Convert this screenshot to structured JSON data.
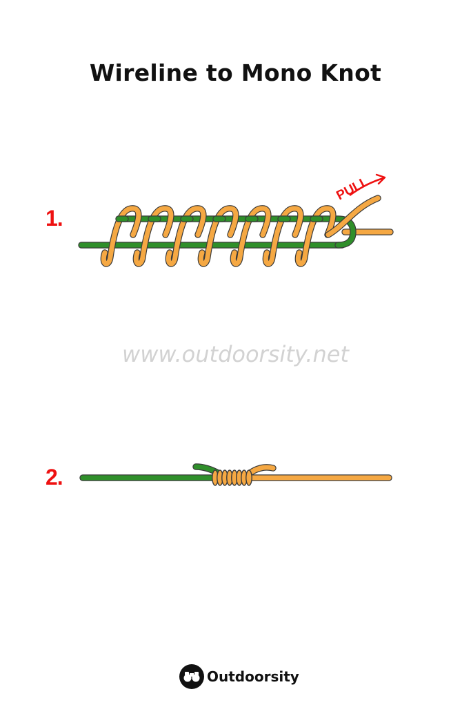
{
  "title": "Wireline to Mono Knot",
  "steps": [
    {
      "number": "1.",
      "annotation": "PULL"
    },
    {
      "number": "2."
    }
  ],
  "watermark": "www.outdoorsity.net",
  "brand": {
    "name": "Outdoorsity",
    "icon": "binoculars-icon"
  },
  "colors": {
    "wire_line": "#2f8f2a",
    "mono_line": "#f5a843",
    "outline": "#3a3a3a",
    "step_number": "#ee1111",
    "annotation": "#ee1111"
  }
}
